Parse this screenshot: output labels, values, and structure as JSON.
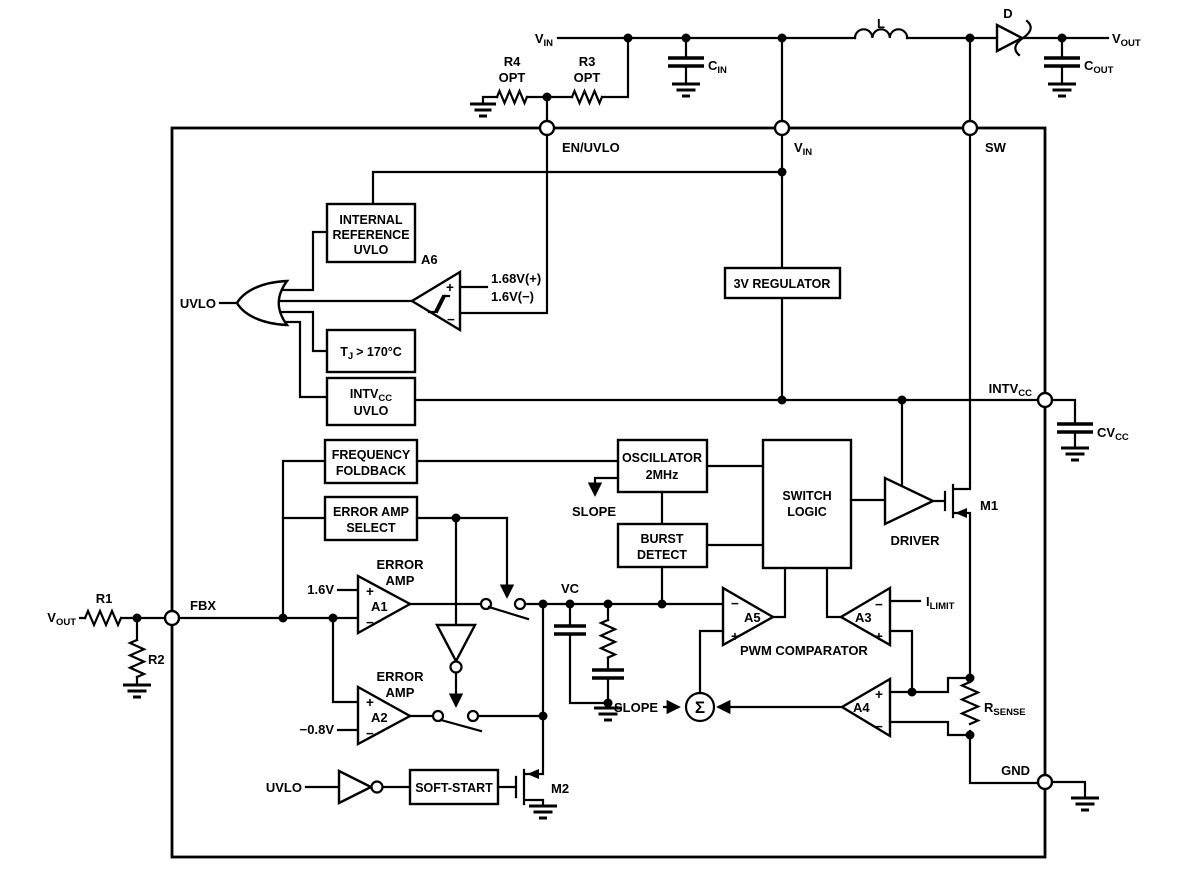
{
  "colors": {
    "ink": "#000000",
    "background": "#ffffff"
  },
  "input_stage": {
    "vin": {
      "main": "V",
      "sub": "IN"
    },
    "r4_name": "R4",
    "r4_note": "OPT",
    "r3_name": "R3",
    "r3_note": "OPT",
    "cin": {
      "main": "C",
      "sub": "IN"
    }
  },
  "output_stage": {
    "inductor": "L",
    "diode": "D",
    "vout": {
      "main": "V",
      "sub": "OUT"
    },
    "cout": {
      "main": "C",
      "sub": "OUT"
    }
  },
  "pins": {
    "en_uvlo": "EN/UVLO",
    "vin": {
      "main": "V",
      "sub": "IN"
    },
    "sw": "SW",
    "intvcc": {
      "main": "INTV",
      "sub": "CC"
    },
    "gnd": "GND",
    "fbx": "FBX"
  },
  "feedback": {
    "vout": {
      "main": "V",
      "sub": "OUT"
    },
    "r1": "R1",
    "r2": "R2"
  },
  "uvlo_block": {
    "internal_ref": {
      "line1": "INTERNAL",
      "line2": "REFERENCE",
      "line3": "UVLO"
    },
    "a6": "A6",
    "th_rising": "1.68V(+)",
    "th_falling": "1.6V(−)",
    "uvlo_signal": "UVLO",
    "tj": {
      "main": "T",
      "sub": "J",
      "rest": "> 170°C"
    },
    "intvcc_uvlo": {
      "line1": {
        "main": "INTV",
        "sub": "CC"
      },
      "line2": "UVLO"
    }
  },
  "supply": {
    "regulator": "3V REGULATOR",
    "cvcc": {
      "main": "CV",
      "sub": "CC"
    }
  },
  "control": {
    "freq_foldback": {
      "line1": "FREQUENCY",
      "line2": "FOLDBACK"
    },
    "error_amp_select": {
      "line1": "ERROR AMP",
      "line2": "SELECT"
    },
    "oscillator": {
      "line1": "OSCILLATOR",
      "line2": "2MHz"
    },
    "slope_osc": "SLOPE",
    "burst_detect": {
      "line1": "BURST",
      "line2": "DETECT"
    },
    "switch_logic": {
      "line1": "SWITCH",
      "line2": "LOGIC"
    },
    "driver": "DRIVER",
    "m1": "M1",
    "amp_title": {
      "line1": "ERROR",
      "line2": "AMP"
    },
    "a1": "A1",
    "a1_ref": "1.6V",
    "a2": "A2",
    "a2_ref": "−0.8V",
    "vc": "VC",
    "a5": "A5",
    "pwm_label": "PWM COMPARATOR",
    "a3": "A3",
    "ilimit": {
      "main": "I",
      "sub": "LIMIT"
    },
    "a4": "A4",
    "sigma": "Σ",
    "slope_sum": "SLOPE",
    "rsense": {
      "main": "R",
      "sub": "SENSE"
    },
    "uvlo_signal": "UVLO",
    "soft_start": "SOFT-START",
    "m2": "M2",
    "plus": "+",
    "minus": "−"
  }
}
